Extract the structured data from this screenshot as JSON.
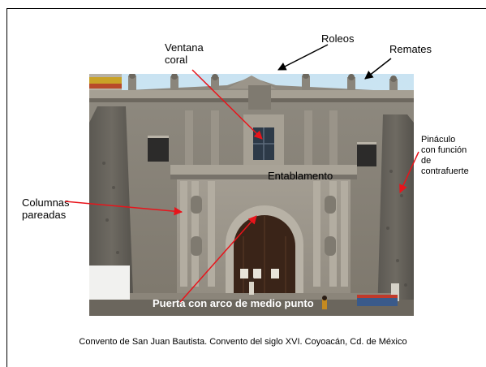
{
  "labels": {
    "ventana_line1": "Ventana",
    "ventana_line2": "coral",
    "roleos": "Roleos",
    "remates": "Remates",
    "pinaculo_line1": "Pináculo",
    "pinaculo_line2": "con función",
    "pinaculo_line3": "de",
    "pinaculo_line4": "contrafuerte",
    "entablamento": "Entablamento",
    "columnas_line1": "Columnas",
    "columnas_line2": "pareadas",
    "puerta": "Puerta con arco de medio punto"
  },
  "caption": "Convento de San Juan Bautista. Convento del siglo XVI. Coyoacán, Cd. de México",
  "colors": {
    "arrow_red": "#e8141b",
    "arrow_black": "#000000"
  }
}
